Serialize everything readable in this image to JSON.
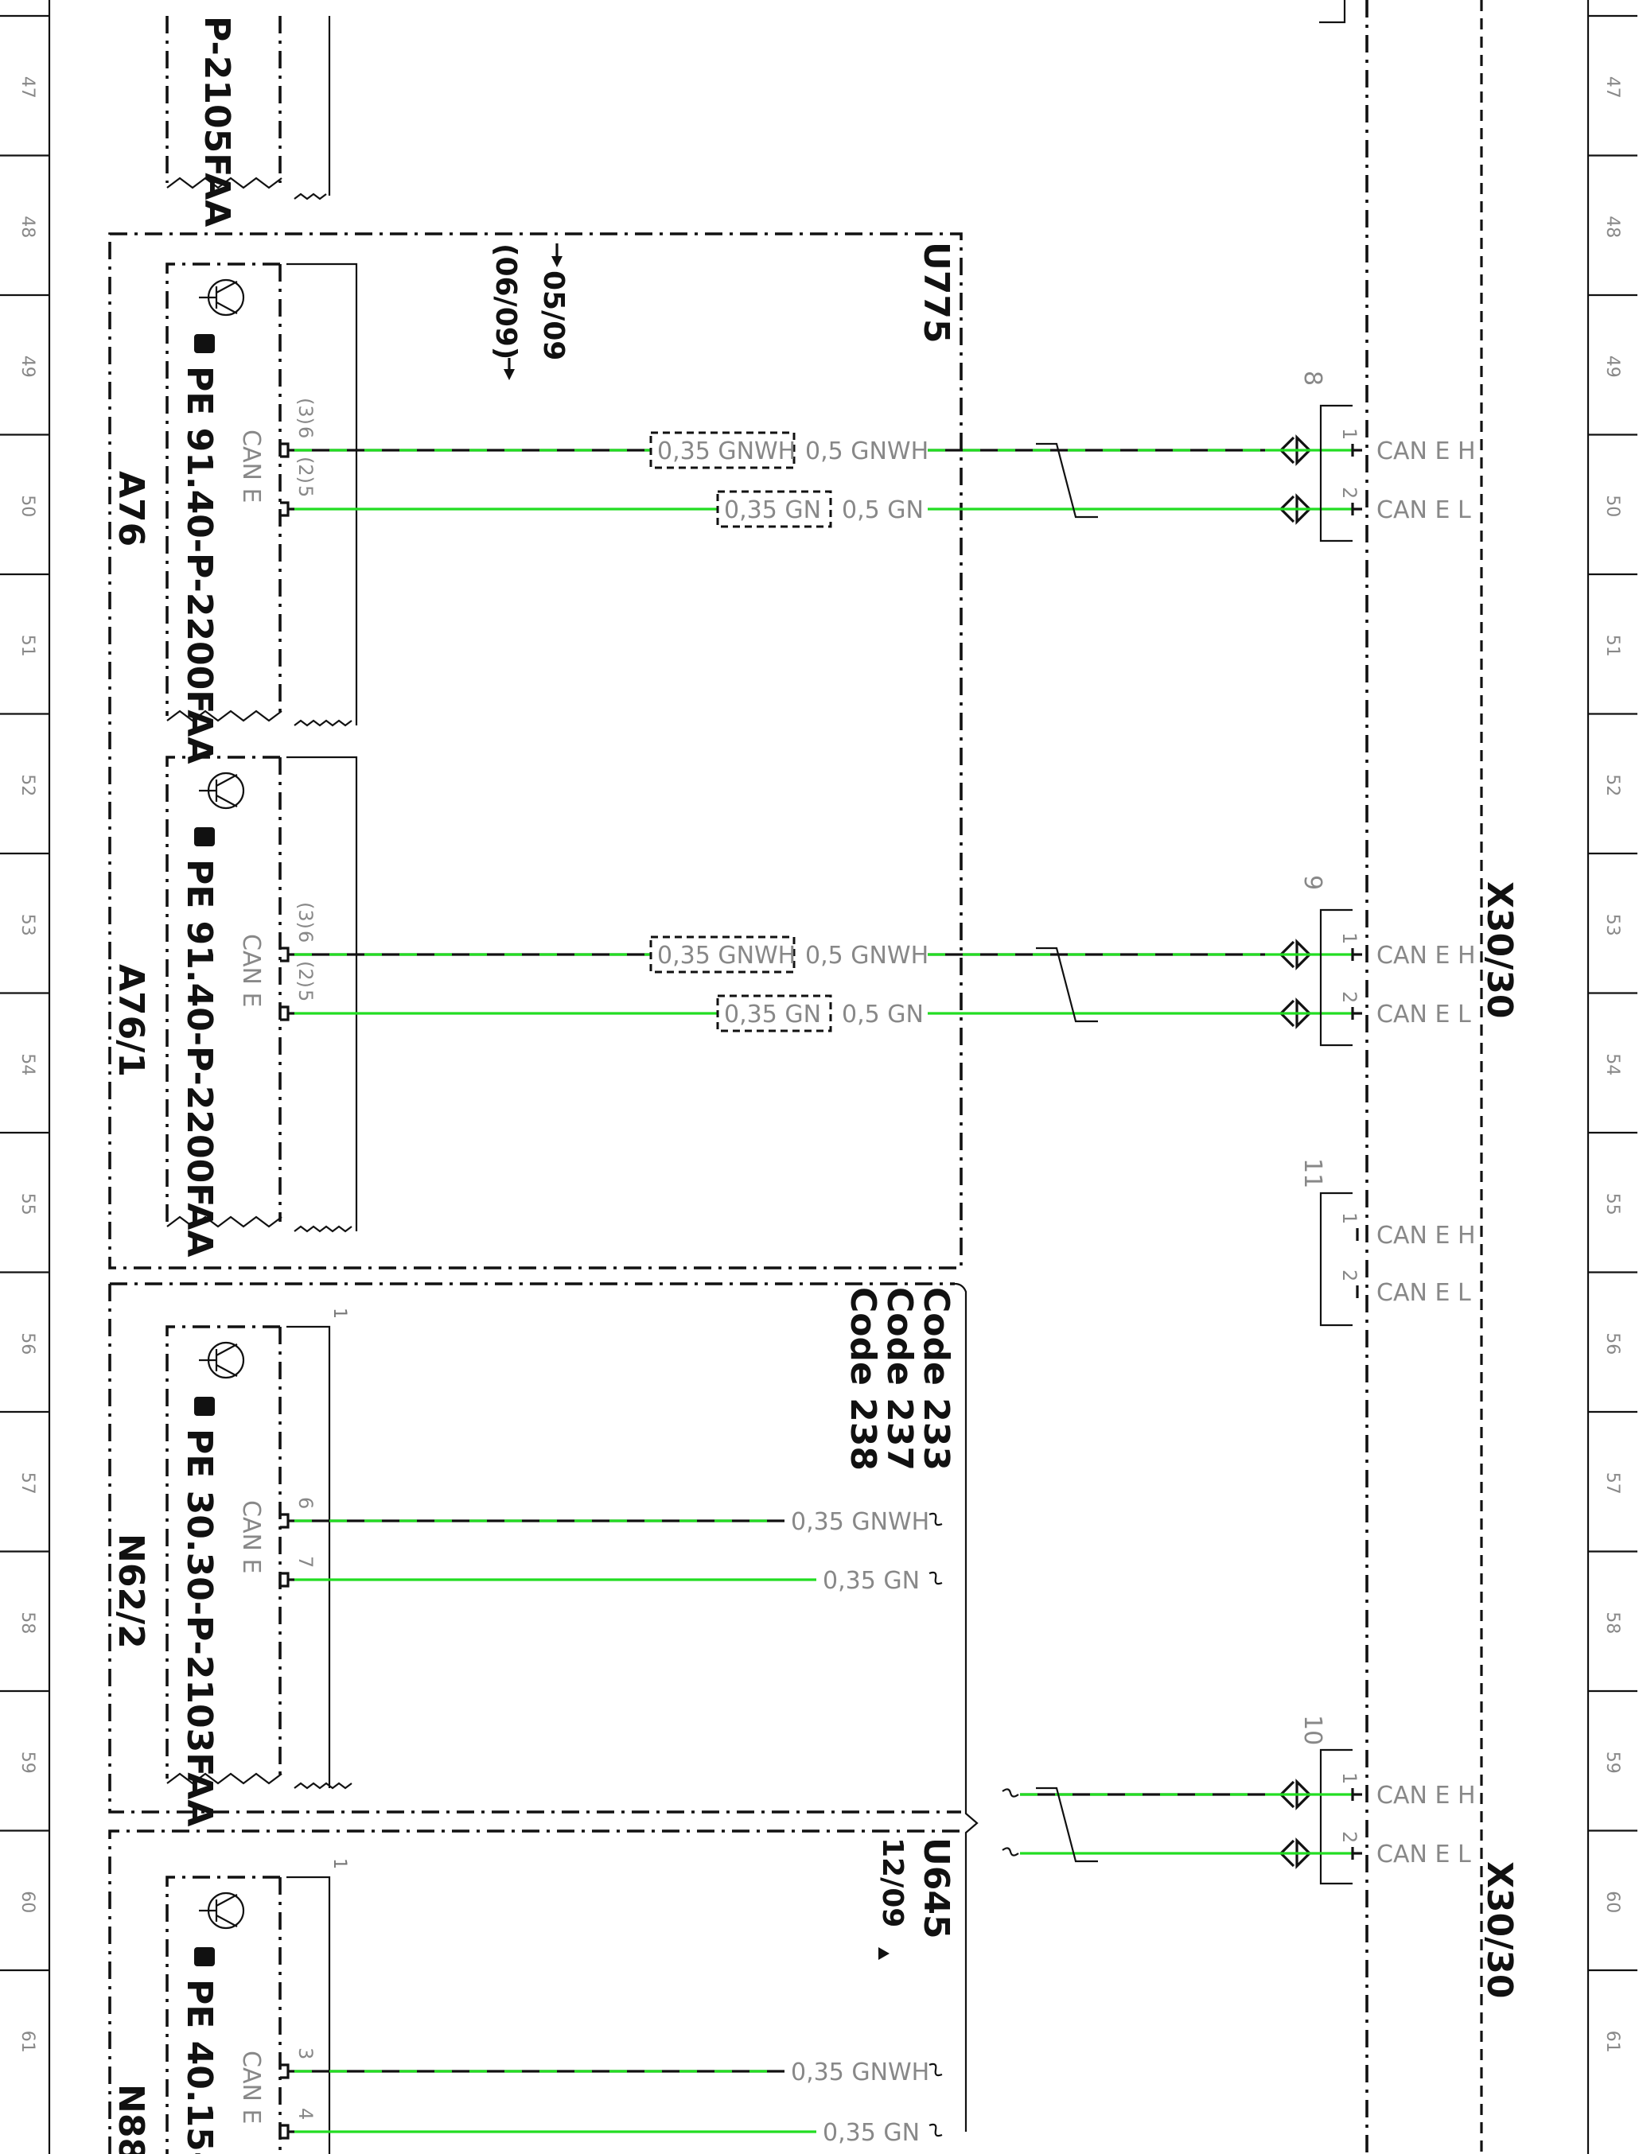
{
  "sheet": {
    "row_numbers": [
      "47",
      "48",
      "49",
      "50",
      "51",
      "52",
      "53",
      "54",
      "55",
      "56",
      "57",
      "58",
      "59",
      "60",
      "61"
    ]
  },
  "top_ref": "P-2105FAA",
  "group_u775": {
    "label": "U775",
    "date_from": "05/09",
    "date_to": "(06/09)"
  },
  "group_codes": {
    "lines": [
      "Code 233",
      "Code 237",
      "Code 238"
    ]
  },
  "group_u645": {
    "label": "U645",
    "date": "12/09"
  },
  "modules": [
    {
      "id": "A76",
      "ref": "PE 91.40-P-2200FAA",
      "bus": "CAN E",
      "pin_h": "6",
      "pin_l": "5",
      "alt_h": "(3)",
      "alt_l": "(2)",
      "wire_h_inner": "0,35 GNWH",
      "wire_h_outer": "0,5 GNWH",
      "wire_l_inner": "0,35 GN",
      "wire_l_outer": "0,5 GN"
    },
    {
      "id": "A76/1",
      "ref": "PE 91.40-P-2200FAA",
      "bus": "CAN E",
      "pin_h": "6",
      "pin_l": "5",
      "alt_h": "(3)",
      "alt_l": "(2)",
      "wire_h_inner": "0,35 GNWH",
      "wire_h_outer": "0,5 GNWH",
      "wire_l_inner": "0,35 GN",
      "wire_l_outer": "0,5 GN"
    },
    {
      "id": "N62/2",
      "ref": "PE 30.30-P-2103FAA",
      "bus": "CAN E",
      "pin_h": "6",
      "pin_l": "7",
      "corner": "1",
      "wire_h": "0,35 GNWH",
      "wire_l": "0,35 GN"
    },
    {
      "id": "N88",
      "ref": "PE 40.15-",
      "bus": "CAN E",
      "pin_h": "3",
      "pin_l": "4",
      "corner": "1",
      "wire_h": "0,35 GNWH",
      "wire_l": "0,35 GN"
    }
  ],
  "connectors": [
    {
      "num": "8",
      "pin1": "1",
      "pin2": "2",
      "sig_h": "CAN E H",
      "sig_l": "CAN E L"
    },
    {
      "num": "9",
      "pin1": "1",
      "pin2": "2",
      "sig_h": "CAN E H",
      "sig_l": "CAN E L"
    },
    {
      "num": "11",
      "pin1": "1",
      "pin2": "2",
      "sig_h": "CAN E H",
      "sig_l": "CAN E L"
    },
    {
      "num": "10",
      "pin1": "1",
      "pin2": "2",
      "sig_h": "CAN E H",
      "sig_l": "CAN E L"
    }
  ],
  "distributor": {
    "label_a": "X30/30",
    "label_b": "X30/30"
  }
}
